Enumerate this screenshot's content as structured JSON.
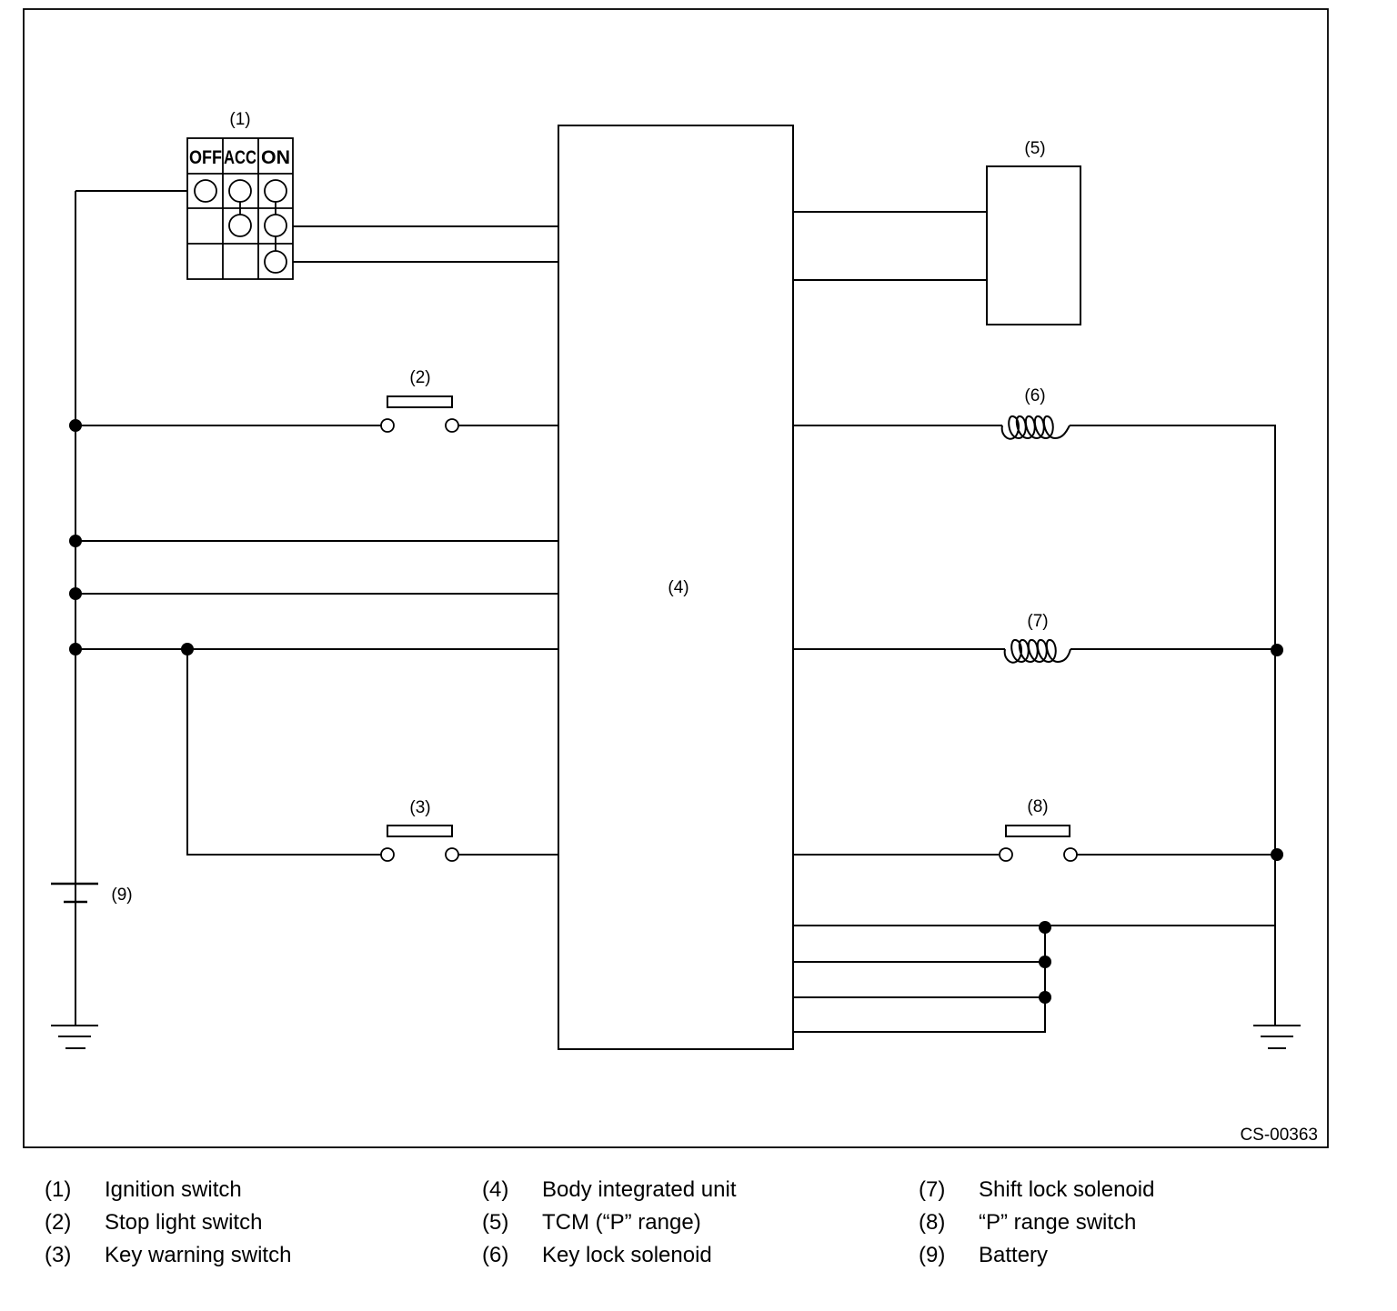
{
  "diagram": {
    "code": "CS-00363",
    "component_labels": [
      "(1)",
      "(2)",
      "(3)",
      "(4)",
      "(5)",
      "(6)",
      "(7)",
      "(8)",
      "(9)"
    ],
    "ignition_positions": [
      "OFF",
      "ACC",
      "ON"
    ]
  },
  "legend": [
    {
      "num": "(1)",
      "text": "Ignition switch"
    },
    {
      "num": "(2)",
      "text": "Stop light switch"
    },
    {
      "num": "(3)",
      "text": "Key warning switch"
    },
    {
      "num": "(4)",
      "text": "Body integrated unit"
    },
    {
      "num": "(5)",
      "text": "TCM (“P” range)"
    },
    {
      "num": "(6)",
      "text": "Key lock solenoid"
    },
    {
      "num": "(7)",
      "text": "Shift lock solenoid"
    },
    {
      "num": "(8)",
      "text": "“P” range switch"
    },
    {
      "num": "(9)",
      "text": "Battery"
    }
  ]
}
